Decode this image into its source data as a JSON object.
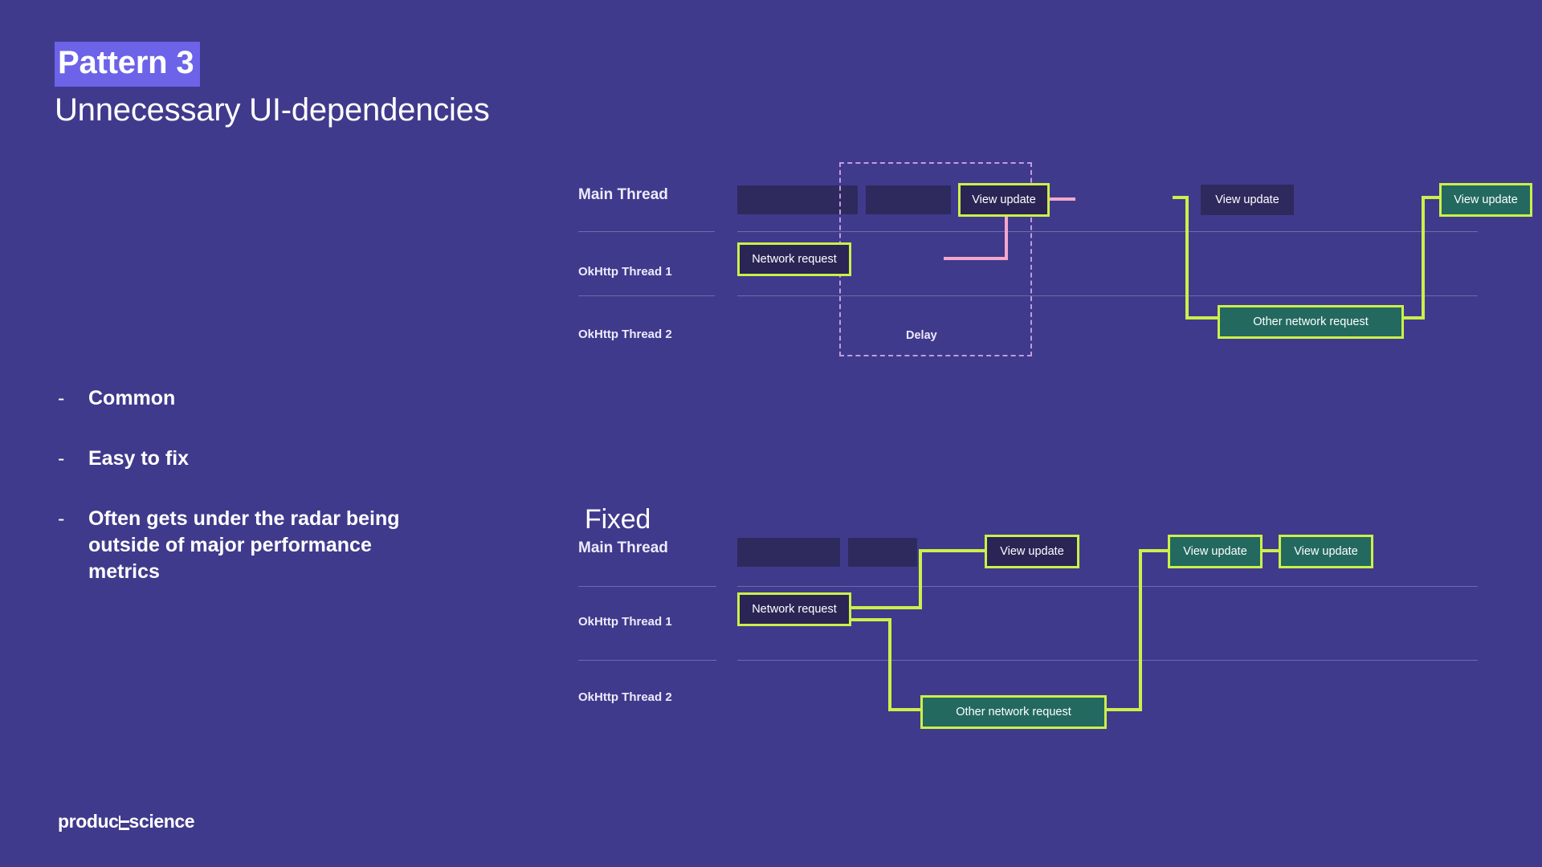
{
  "slide": {
    "background_color": "#403A8C",
    "title_badge": "Pattern 3",
    "title_badge_color": "#6C63E8",
    "subtitle": "Unnecessary UI-dependencies",
    "logo_prefix": "produc",
    "logo_suffix": "science",
    "logo_name": "productscience"
  },
  "bullets": [
    {
      "dash": "-",
      "text": "Common"
    },
    {
      "dash": "-",
      "text": "Easy to fix"
    },
    {
      "dash": "-",
      "text": "Often gets under the radar being outside of major performance metrics"
    }
  ],
  "colors": {
    "accent_green": "#CBF04A",
    "teal_fill": "#23695F",
    "dark_fill": "#2E2A5E",
    "pink_connector": "#F4A8CB",
    "dashed_delay": "#C39BE0",
    "row_divider": "rgba(225,220,250,0.30)"
  },
  "diagram_top": {
    "name": "problem-timeline",
    "rows": [
      {
        "label": "Main Thread"
      },
      {
        "label": "OkHttp Thread 1"
      },
      {
        "label": "OkHttp Thread 2"
      }
    ],
    "delay": {
      "label": "Delay"
    },
    "events": [
      {
        "id": "mt-busy-1",
        "row": "Main Thread",
        "label": "",
        "style": "busy"
      },
      {
        "id": "mt-busy-2",
        "row": "Main Thread",
        "label": "",
        "style": "busy"
      },
      {
        "id": "mt-view-1",
        "row": "Main Thread",
        "label": "View update",
        "style": "outlined"
      },
      {
        "id": "mt-view-2",
        "row": "Main Thread",
        "label": "View update",
        "style": "plain"
      },
      {
        "id": "mt-view-3",
        "row": "Main Thread",
        "label": "View update",
        "style": "teal"
      },
      {
        "id": "t1-net",
        "row": "OkHttp Thread 1",
        "label": "Network request",
        "style": "outlined"
      },
      {
        "id": "t2-other",
        "row": "OkHttp Thread 2",
        "label": "Other network request",
        "style": "teal"
      }
    ]
  },
  "diagram_fixed": {
    "name": "fixed-timeline",
    "heading": "Fixed",
    "rows": [
      {
        "label": "Main Thread"
      },
      {
        "label": "OkHttp Thread 1"
      },
      {
        "label": "OkHttp Thread 2"
      }
    ],
    "events": [
      {
        "id": "fx-mt-busy-1",
        "row": "Main Thread",
        "label": "",
        "style": "busy"
      },
      {
        "id": "fx-mt-busy-2",
        "row": "Main Thread",
        "label": "",
        "style": "busy"
      },
      {
        "id": "fx-mt-view-1",
        "row": "Main Thread",
        "label": "View update",
        "style": "outlined"
      },
      {
        "id": "fx-mt-view-2",
        "row": "Main Thread",
        "label": "View update",
        "style": "teal"
      },
      {
        "id": "fx-mt-view-3",
        "row": "Main Thread",
        "label": "View update",
        "style": "teal"
      },
      {
        "id": "fx-t1-net",
        "row": "OkHttp Thread 1",
        "label": "Network request",
        "style": "outlined"
      },
      {
        "id": "fx-t2-other",
        "row": "OkHttp Thread 2",
        "label": "Other network request",
        "style": "teal"
      }
    ]
  }
}
